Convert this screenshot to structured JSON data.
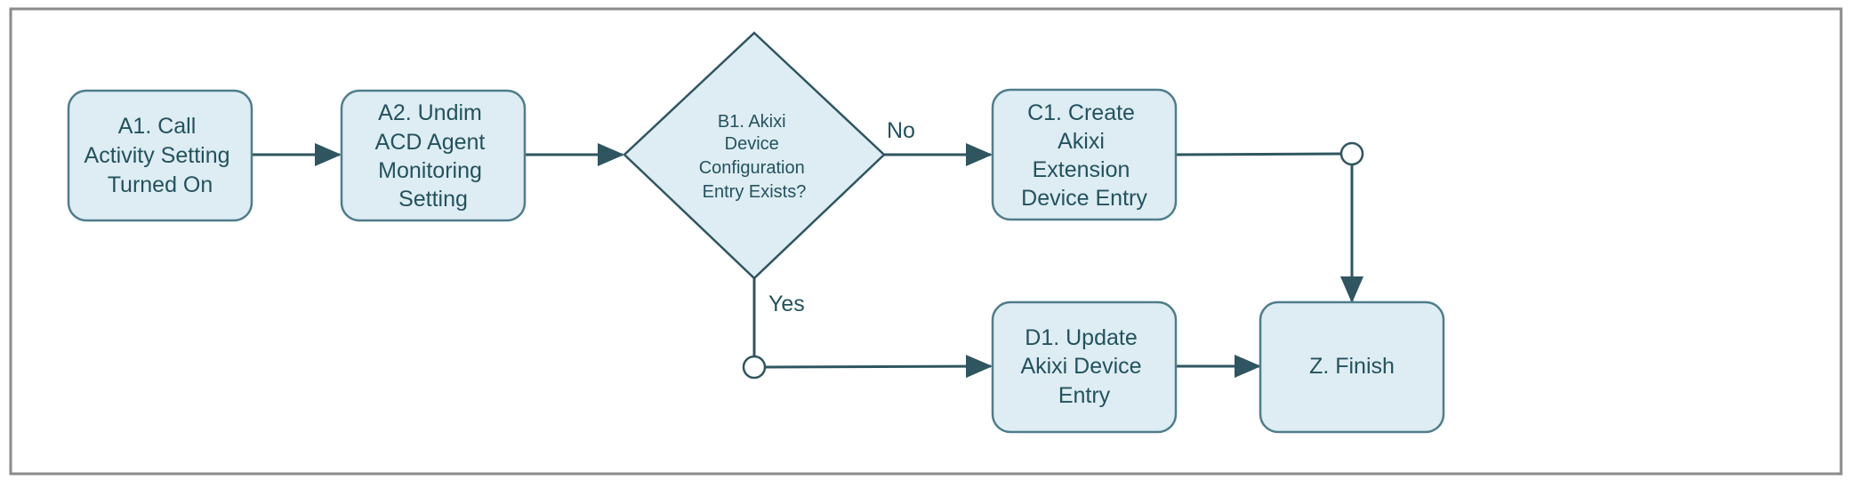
{
  "diagram": {
    "nodes": {
      "a1": {
        "lines": [
          "A1. Call",
          "Activity Setting",
          "Turned On"
        ]
      },
      "a2": {
        "lines": [
          "A2. Undim",
          "ACD Agent",
          "Monitoring",
          "Setting"
        ]
      },
      "b1": {
        "lines": [
          "B1. Akixi",
          "Device",
          "Configuration",
          "Entry Exists?"
        ]
      },
      "c1": {
        "lines": [
          "C1. Create",
          "Akixi",
          "Extension",
          "Device Entry"
        ]
      },
      "d1": {
        "lines": [
          "D1. Update",
          "Akixi Device",
          "Entry"
        ]
      },
      "z": {
        "lines": [
          "Z. Finish"
        ]
      }
    },
    "edge_labels": {
      "no": "No",
      "yes": "Yes"
    },
    "colors": {
      "node_fill": "#deedf3",
      "node_stroke": "#4f7d8b",
      "edge": "#2f5560",
      "text": "#23525e",
      "frame": "#8a8a8a"
    }
  }
}
